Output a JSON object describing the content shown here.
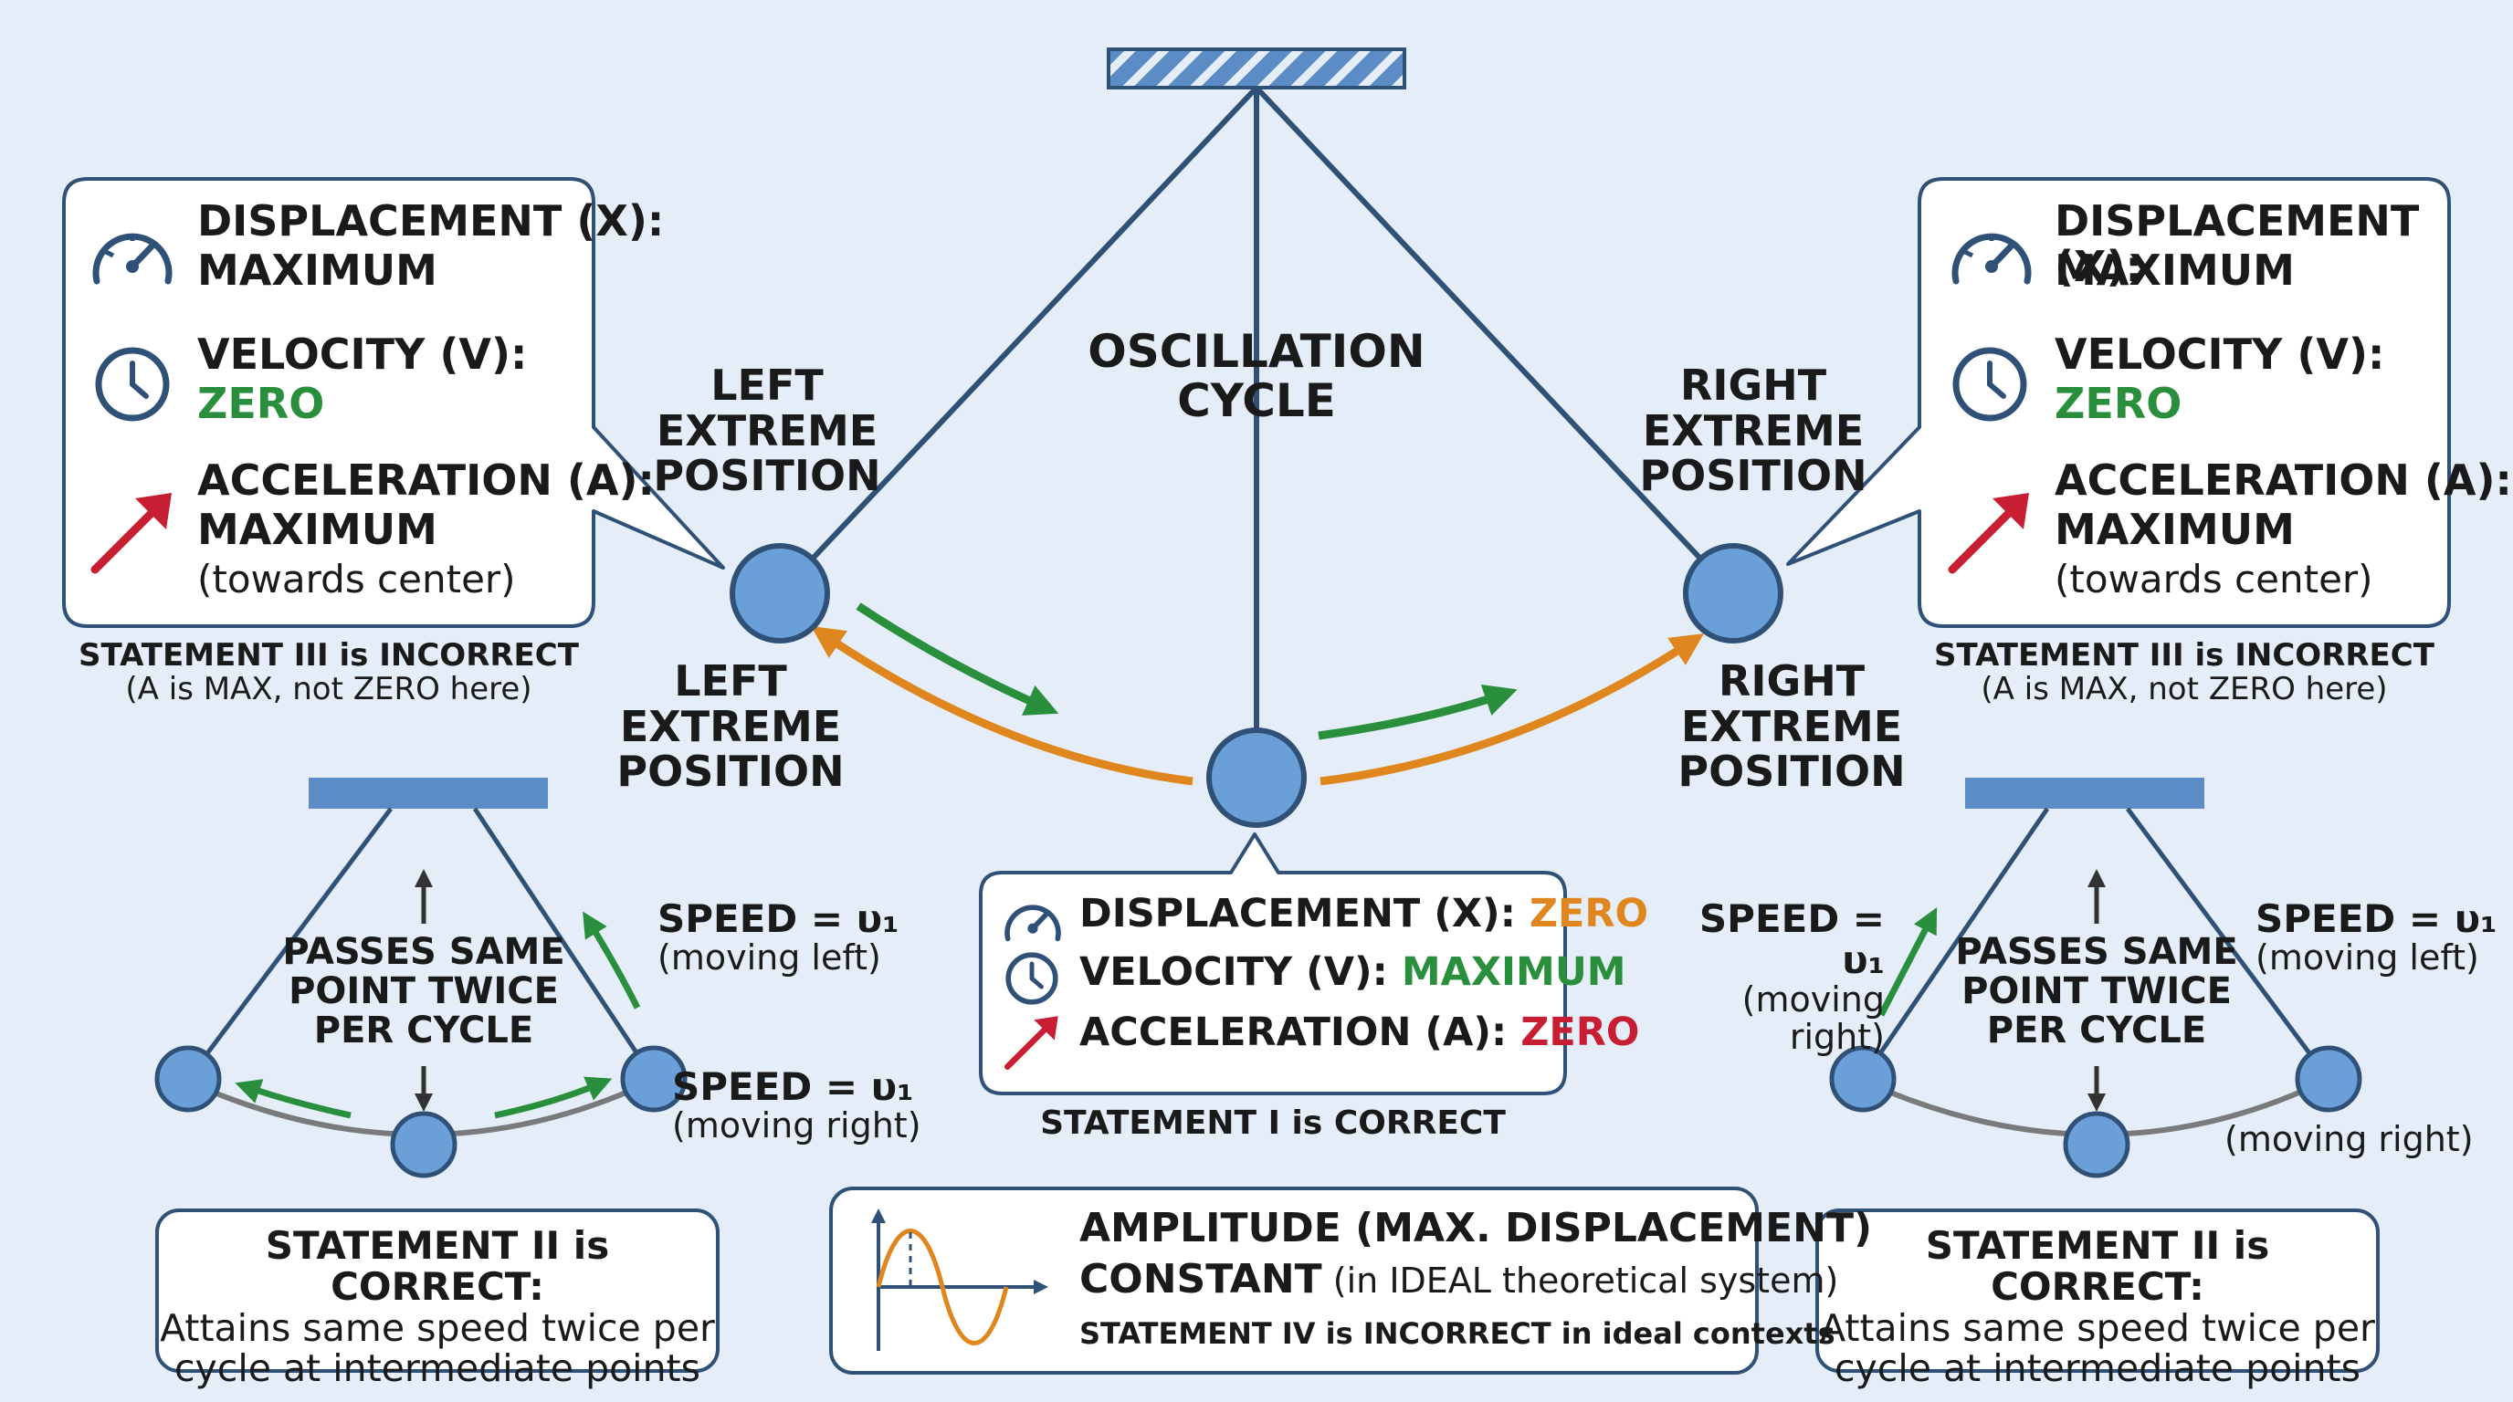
{
  "title": "OSCILLATION CYCLE",
  "positions": {
    "left_top": [
      "LEFT",
      "EXTREME",
      "POSITION"
    ],
    "right_top": [
      "RIGHT",
      "EXTREME",
      "POSITION"
    ],
    "left_bottom": [
      "LEFT",
      "EXTREME",
      "POSITION"
    ],
    "right_bottom": [
      "RIGHT",
      "EXTREME",
      "POSITION"
    ]
  },
  "extreme_box": {
    "displacement_label": "DISPLACEMENT (X):",
    "displacement_value": "MAXIMUM",
    "velocity_label": "VELOCITY (V):",
    "velocity_value": "ZERO",
    "acceleration_label": "ACCELERATION (A):",
    "acceleration_value": "MAXIMUM",
    "acceleration_note": "(towards center)"
  },
  "statement_iii": {
    "title": "STATEMENT III is INCORRECT",
    "note": "(A is MAX, not ZERO here)"
  },
  "center_box": {
    "displacement_label": "DISPLACEMENT (X): ",
    "displacement_value": "ZERO",
    "velocity_label": "VELOCITY (V): ",
    "velocity_value": "MAXIMUM",
    "acceleration_label": "ACCELERATION (A): ",
    "acceleration_value": "ZERO"
  },
  "statement_i": "STATEMENT I is CORRECT",
  "mini_left": {
    "passes": [
      "PASSES SAME",
      "POINT TWICE",
      "PER CYCLE"
    ],
    "speed1": "SPEED = υ₁",
    "speed1_note": "(moving left)",
    "speed2": "SPEED = υ₁",
    "speed2_note": "(moving right)"
  },
  "mini_right": {
    "passes": [
      "PASSES SAME",
      "POINT TWICE",
      "PER CYCLE"
    ],
    "speed1": "SPEED = υ₁",
    "speed1_note": "(moving right)",
    "speed2": "SPEED = υ₁",
    "speed2_note": "(moving left)",
    "speed3_note": "(moving right)"
  },
  "statement_ii": {
    "title": "STATEMENT II is CORRECT:",
    "line1": "Attains same speed twice per",
    "line2": "cycle at intermediate points"
  },
  "amplitude_box": {
    "line1": "AMPLITUDE (MAX. DISPLACEMENT)",
    "line2_bold": "CONSTANT",
    "line2_rest": " (in IDEAL theoretical system)",
    "line3": "STATEMENT IV is INCORRECT in ideal contexts"
  },
  "colors": {
    "background": "#e5eef8",
    "line": "#2f5177",
    "bob": "#6a9fd8",
    "green": "#2a8f3c",
    "orange": "#e0861f",
    "red": "#c81e34"
  },
  "icons": [
    "gauge-icon",
    "clock-icon",
    "arrow-icon",
    "sine-wave-icon"
  ]
}
